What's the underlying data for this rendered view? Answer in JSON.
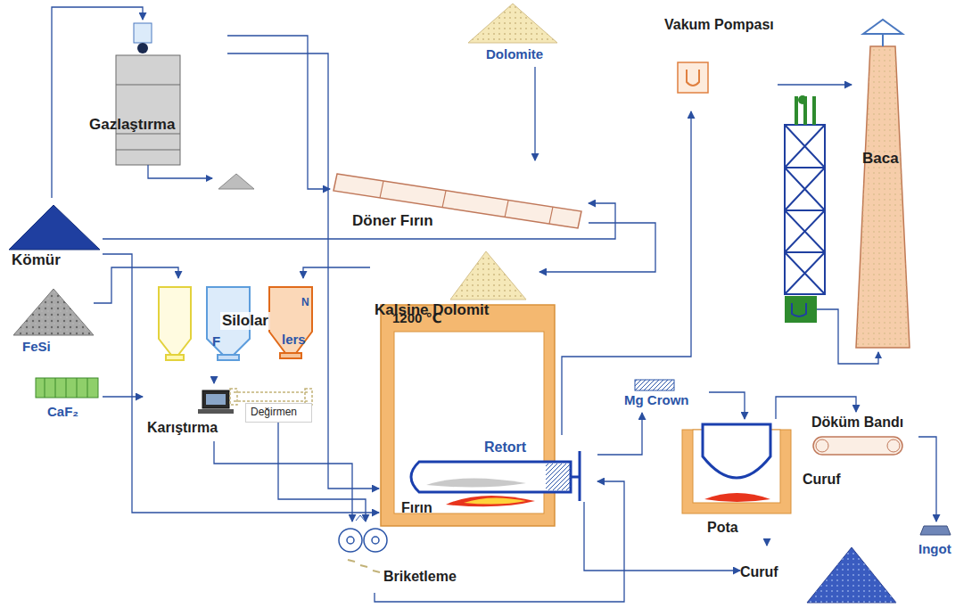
{
  "diagram": {
    "nodes": [
      {
        "text": [
          "Gazlaştırma"
        ]
      },
      {
        "text": [
          "Dolomite"
        ]
      },
      {
        "text": [
          "Döner Fırın"
        ]
      },
      {
        "text": [
          "Kömür"
        ]
      },
      {
        "text": [
          "Kalsine Dolomit"
        ]
      },
      {
        "text": [
          "FeSi"
        ]
      },
      {
        "text": [
          "Silolar"
        ]
      },
      {
        "text": [
          "Vakum Pompası"
        ]
      },
      {
        "text": [
          "Baca"
        ]
      },
      {
        "text": [
          "CaF₂"
        ]
      },
      {
        "text": [
          "Karıştırma"
        ]
      },
      {
        "text": [
          "Değirmen"
        ]
      },
      {
        "text": [
          "1200 ℃",
          "Fırın"
        ]
      },
      {
        "text": [
          "Retort"
        ],
        "in": 12
      },
      {
        "text": [
          "Mg Crown"
        ]
      },
      {
        "text": [
          "Pota"
        ]
      },
      {
        "text": [
          "Döküm Bandı"
        ]
      },
      {
        "text": [
          "Curuf"
        ]
      },
      {
        "text": [
          "Ingot"
        ]
      },
      {
        "text": [
          "Briketleme"
        ]
      }
    ],
    "edges": [
      {
        "from": 3,
        "to": 0,
        "arrow": "to"
      },
      {
        "from": 0,
        "to": 2,
        "arrow": "to"
      },
      {
        "from": 0,
        "to": 12,
        "arrow": "to"
      },
      {
        "from": 1,
        "to": 2,
        "arrow": "to"
      },
      {
        "from": 3,
        "to": 2,
        "arrow": "to"
      },
      {
        "from": 2,
        "to": 4,
        "arrow": "to"
      },
      {
        "from": 4,
        "to": 6,
        "arrow": "to"
      },
      {
        "from": 5,
        "to": 6,
        "arrow": "to"
      },
      {
        "from": 6,
        "to": 10,
        "arrow": "to"
      },
      {
        "from": 9,
        "to": 10,
        "arrow": "to"
      },
      {
        "from": 10,
        "to": 19,
        "arrow": "to"
      },
      {
        "from": 11,
        "to": 19,
        "arrow": "to"
      },
      {
        "from": 3,
        "to": 12,
        "arrow": "to"
      },
      {
        "from": 19,
        "to": 13,
        "arrow": "to"
      },
      {
        "from": 13,
        "to": 7,
        "arrow": "to"
      },
      {
        "from": 7,
        "to": 8,
        "arrow": "to"
      },
      {
        "from": 13,
        "to": 14,
        "arrow": "to"
      },
      {
        "from": 14,
        "to": 15,
        "arrow": "to"
      },
      {
        "from": 15,
        "to": 16,
        "arrow": "to"
      },
      {
        "from": 16,
        "to": 18,
        "arrow": "to"
      },
      {
        "from": 15,
        "to": 17,
        "arrow": "to"
      },
      {
        "from": 13,
        "to": 17,
        "arrow": "to"
      }
    ],
    "labels": [
      "Curuf",
      "F",
      "lers",
      "N"
    ]
  }
}
